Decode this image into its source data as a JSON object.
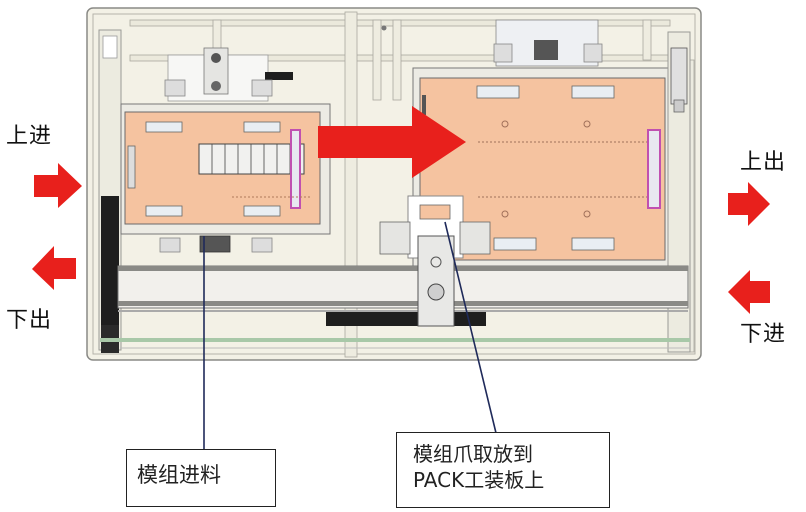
{
  "diagram": {
    "title": "Module loading station layout",
    "colors": {
      "arrow": "#e8201c",
      "plate": "#f5c3a0",
      "frame": "#f3f1e6",
      "frame_line": "#8a8a86",
      "rail": "#9a9a96",
      "accent_magenta": "#c050b0",
      "belt": "#222222",
      "green_line": "#a8c8a8",
      "leader": "#1f2a5a"
    },
    "left_side": {
      "top_label": "上进",
      "top_arrow": "right-arrow-icon",
      "bottom_label": "下出",
      "bottom_arrow": "left-arrow-icon"
    },
    "right_side": {
      "top_label": "上出",
      "top_arrow": "right-arrow-icon",
      "bottom_label": "下进",
      "bottom_arrow": "left-arrow-icon"
    },
    "transfer_arrow": "right-arrow-icon",
    "callouts": [
      {
        "lines": [
          "模组进料"
        ]
      },
      {
        "lines": [
          "模组爪取放到",
          "PACK工装板上"
        ]
      }
    ]
  }
}
